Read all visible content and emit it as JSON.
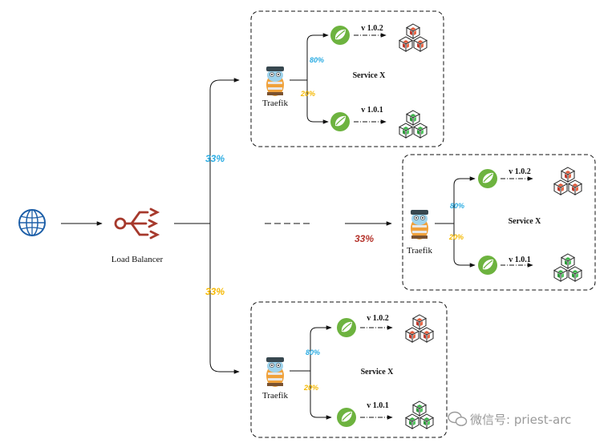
{
  "diagram": {
    "load_balancer_label": "Load Balancer",
    "lb_split": {
      "top": "33%",
      "middle": "33%",
      "bottom": "33%"
    },
    "colors": {
      "blue": "#29abe2",
      "orange": "#f5b800",
      "red": "#b5332b",
      "lb_icon": "#a6392c",
      "spring_green": "#6db33f",
      "cube_red": "#e05a3a",
      "cube_green": "#3cb54a",
      "globe": "#1d5fa8"
    },
    "icons": {
      "internet": "globe-icon",
      "load_balancer": "load-balancer-icon",
      "traefik": "traefik-gopher-icon",
      "spring": "spring-leaf-icon",
      "service": "service-cubes-icon"
    },
    "groups": [
      {
        "traefik_label": "Traefik",
        "service_label": "Service X",
        "split_new": "80%",
        "split_old": "20%",
        "version_new": "v 1.0.2",
        "version_old": "v 1.0.1"
      },
      {
        "traefik_label": "Traefik",
        "service_label": "Service X",
        "split_new": "80%",
        "split_old": "20%",
        "version_new": "v 1.0.2",
        "version_old": "v 1.0.1"
      },
      {
        "traefik_label": "Traefik",
        "service_label": "Service X",
        "split_new": "80%",
        "split_old": "20%",
        "version_new": "v 1.0.2",
        "version_old": "v 1.0.1"
      }
    ]
  },
  "watermark": {
    "text": "微信号: priest-arc"
  }
}
